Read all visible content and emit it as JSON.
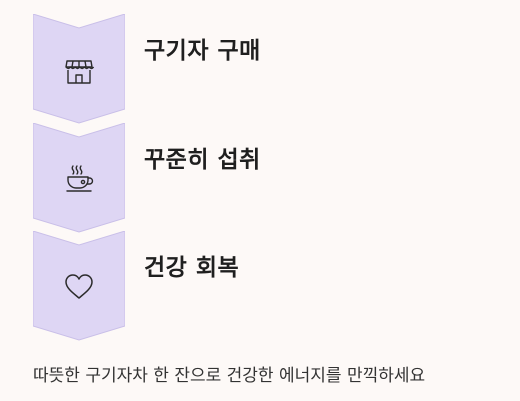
{
  "steps": [
    {
      "title": "구기자 구매",
      "icon": "storefront-icon"
    },
    {
      "title": "꾸준히 섭취",
      "icon": "tea-cup-icon"
    },
    {
      "title": "건강 회복",
      "icon": "heart-icon"
    }
  ],
  "caption": "따뜻한 구기자차 한 잔으로 건강한 에너지를 만끽하세요",
  "colors": {
    "background": "#fdf9f7",
    "shape_fill": "#ded6f4",
    "shape_stroke": "#c9bfe8",
    "icon_stroke": "#2b2b2b",
    "text": "#1f1f1f"
  }
}
